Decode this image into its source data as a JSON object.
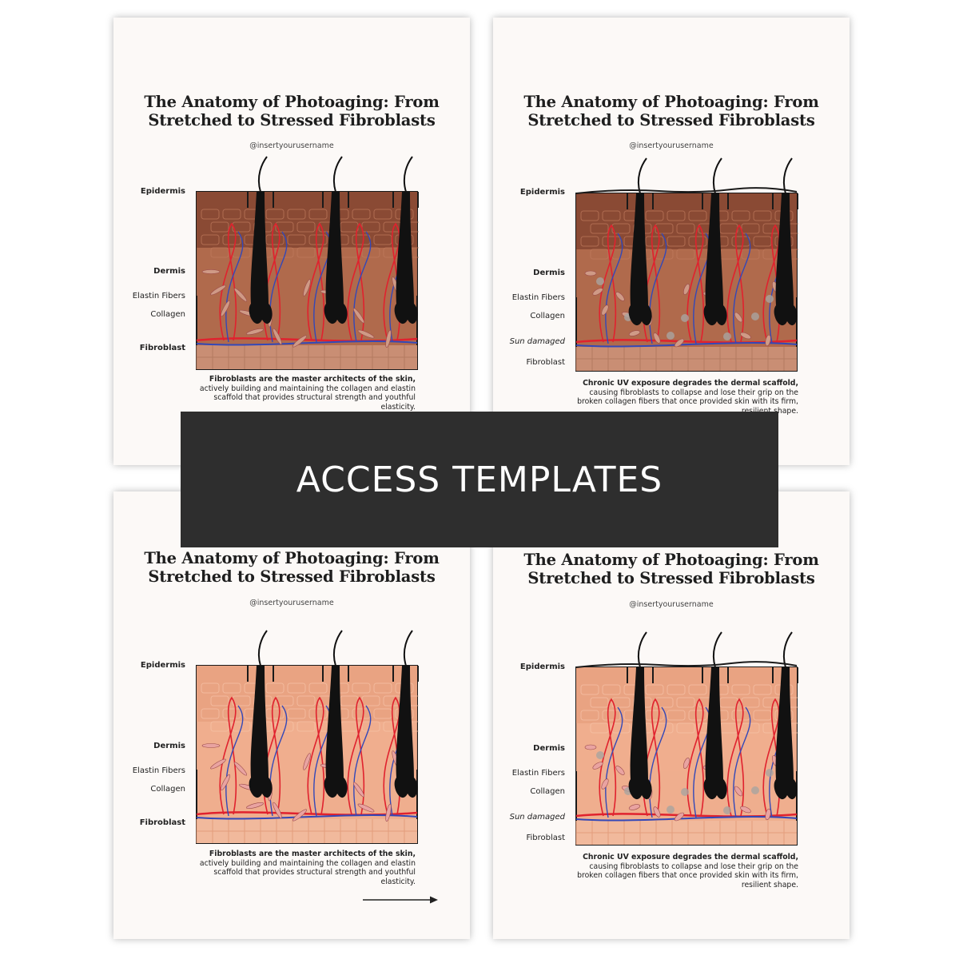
{
  "banner": {
    "label": "ACCESS TEMPLATES"
  },
  "cards": [
    {
      "title_line1": "The Anatomy of Photoaging: From",
      "title_line2": "Stretched to Stressed Fibroblasts",
      "handle": "@insertyourusername",
      "labels": {
        "epidermis": "Epidermis",
        "dermis": "Dermis",
        "elastin": "Elastin Fibers",
        "collagen": "Collagen",
        "fibroblast": "Fibroblast"
      },
      "caption": {
        "bold": "Fibroblasts are the master architects of the skin,",
        "rest": " actively building and maintaining the collagen and elastin scaffold that provides structural strength and youthful elasticity."
      }
    },
    {
      "title_line1": "The Anatomy of Photoaging: From",
      "title_line2": "Stretched to Stressed Fibroblasts",
      "handle": "@insertyourusername",
      "labels": {
        "epidermis": "Epidermis",
        "dermis": "Dermis",
        "elastin": "Elastin Fibers",
        "collagen": "Collagen",
        "sun_damaged": "Sun damaged",
        "fibroblast": "Fibroblast"
      },
      "caption": {
        "bold": "Chronic UV exposure degrades the dermal scaffold,",
        "rest": " causing fibroblasts to collapse and lose their grip on the broken collagen fibers that once provided skin with its firm, resilient shape."
      }
    },
    {
      "title_line1": "The Anatomy of Photoaging: From",
      "title_line2": "Stretched to Stressed Fibroblasts",
      "handle": "@insertyourusername",
      "labels": {
        "epidermis": "Epidermis",
        "dermis": "Dermis",
        "elastin": "Elastin Fibers",
        "collagen": "Collagen",
        "fibroblast": "Fibroblast"
      },
      "caption": {
        "bold": "Fibroblasts are the master architects of the skin,",
        "rest": " actively building and maintaining the collagen and elastin scaffold that provides structural strength and youthful elasticity."
      }
    },
    {
      "title_line1": "The Anatomy of Photoaging: From",
      "title_line2": "Stretched to Stressed Fibroblasts",
      "handle": "@insertyourusername",
      "labels": {
        "epidermis": "Epidermis",
        "dermis": "Dermis",
        "elastin": "Elastin Fibers",
        "collagen": "Collagen",
        "sun_damaged": "Sun damaged",
        "fibroblast": "Fibroblast"
      },
      "caption": {
        "bold": "Chronic UV exposure degrades the dermal scaffold,",
        "rest": " causing fibroblasts to collapse and lose their grip on the broken collagen fibers that once provided skin with its firm, resilient shape."
      }
    }
  ],
  "colors": {
    "dark_skin_top": "#8a4a34",
    "dark_skin_mid": "#b06a4c",
    "dark_skin_base": "#c98e74",
    "light_skin_top": "#e9a382",
    "light_skin_mid": "#efae8e",
    "light_skin_base": "#f1b99c",
    "vessel_red": "#e0222e",
    "vessel_blue": "#3348b8",
    "hair": "#111111",
    "banner_bg": "#2e2e2e"
  }
}
